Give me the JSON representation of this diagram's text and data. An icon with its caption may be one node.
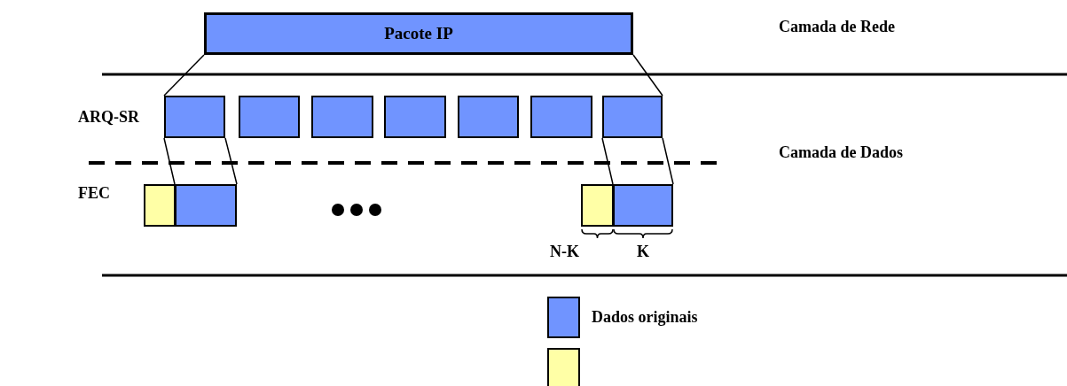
{
  "diagram": {
    "nodes": [
      {
        "text": [
          "Pacote IP"
        ]
      },
      {
        "text": [],
        "shape": "box"
      },
      {
        "text": [],
        "shape": "box"
      },
      {
        "text": [],
        "shape": "box"
      },
      {
        "text": [],
        "shape": "box"
      },
      {
        "text": [],
        "shape": "box"
      },
      {
        "text": [],
        "shape": "box"
      },
      {
        "text": [],
        "shape": "box"
      },
      {
        "text": [],
        "shape": "box"
      },
      {
        "text": [],
        "shape": "box"
      },
      {
        "text": [],
        "shape": "box"
      },
      {
        "text": [],
        "shape": "box"
      },
      {
        "text": [],
        "shape": "box"
      }
    ],
    "edges": [
      {
        "from": 0,
        "to": 1,
        "arrow": "none"
      },
      {
        "from": 0,
        "to": 7,
        "arrow": "none"
      },
      {
        "from": 1,
        "to": 9,
        "arrow": "none"
      },
      {
        "from": 7,
        "to": 11,
        "arrow": "none"
      }
    ],
    "labels": [
      "Camada de Rede",
      "ARQ-SR",
      "Camada de Dados",
      "FEC",
      "N-K",
      "K"
    ],
    "legend": [
      {
        "text": "Dados originais",
        "color": "#7094ff"
      }
    ]
  }
}
